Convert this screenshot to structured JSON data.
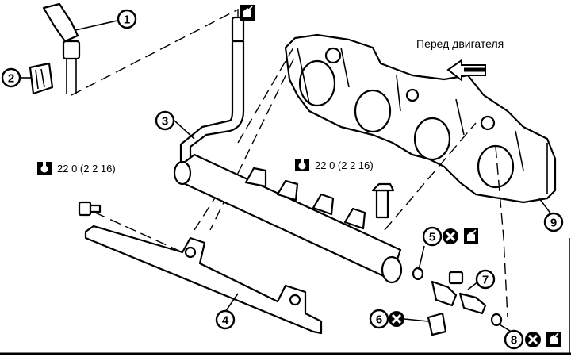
{
  "front_label": "Перед двигателя",
  "callouts": [
    "1",
    "2",
    "3",
    "4",
    "5",
    "6",
    "7",
    "8",
    "9"
  ],
  "torque_specs": [
    {
      "value": "22 0 (2 2  16)"
    },
    {
      "value": "22 0 (2 2  16)"
    }
  ],
  "icons": {
    "replace": "x-circle-icon",
    "lubricate": "oil-can-icon",
    "torque": "torque-wrench-icon"
  }
}
